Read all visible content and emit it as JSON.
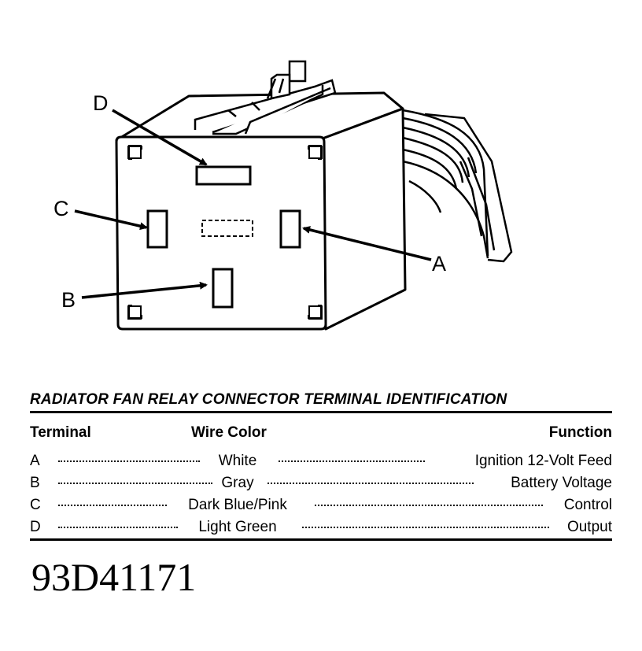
{
  "callouts": {
    "a": "A",
    "b": "B",
    "c": "C",
    "d": "D"
  },
  "table": {
    "title": "RADIATOR FAN RELAY CONNECTOR TERMINAL IDENTIFICATION",
    "headers": {
      "terminal": "Terminal",
      "wire_color": "Wire Color",
      "function": "Function"
    },
    "rows": [
      {
        "terminal": "A",
        "wire_color": "White",
        "function": "Ignition 12-Volt Feed"
      },
      {
        "terminal": "B",
        "wire_color": "Gray",
        "function": "Battery Voltage"
      },
      {
        "terminal": "C",
        "wire_color": "Dark Blue/Pink",
        "function": "Control"
      },
      {
        "terminal": "D",
        "wire_color": "Light Green",
        "function": "Output"
      }
    ]
  },
  "figure_code": "93D41171"
}
